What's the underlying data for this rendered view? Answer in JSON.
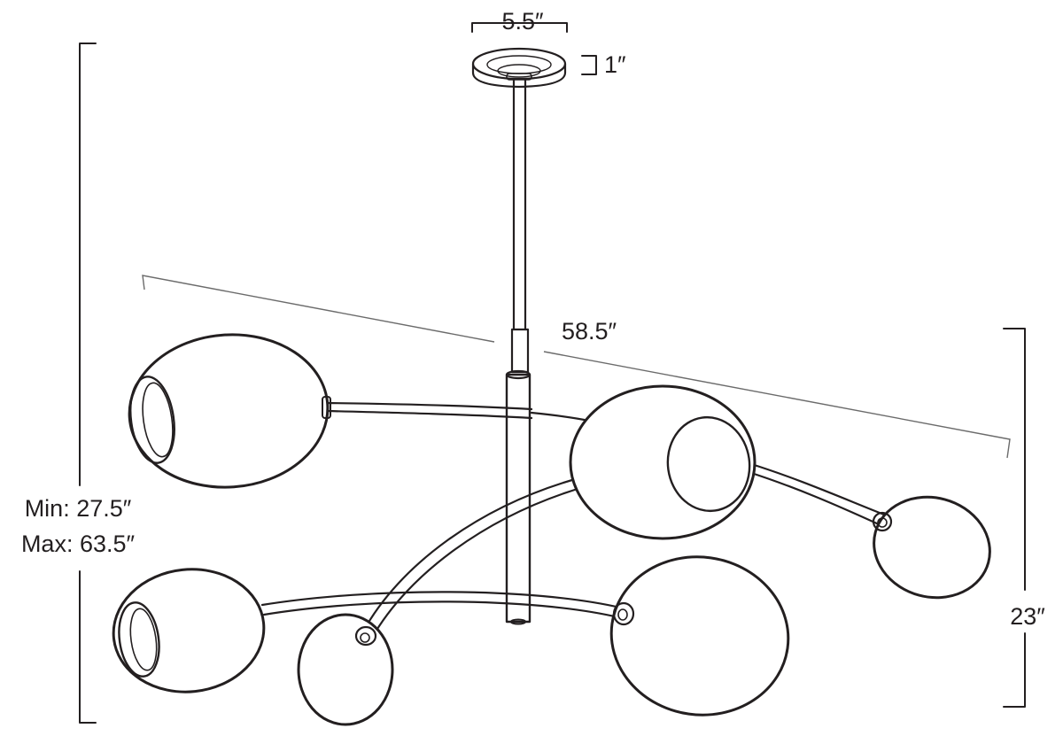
{
  "dimensions": {
    "canopy_width": "5.5″",
    "canopy_height": "1″",
    "overall_width": "58.5″",
    "fixture_height": "23″",
    "overall_height_min": "Min: 27.5″",
    "overall_height_max": "Max: 63.5″"
  },
  "components": [
    "canopy",
    "stem",
    "center-body",
    "arm",
    "globe-shade"
  ],
  "colors": {
    "line": "#231f20",
    "dimension_line": "#6b6b6b",
    "background": "#ffffff"
  }
}
